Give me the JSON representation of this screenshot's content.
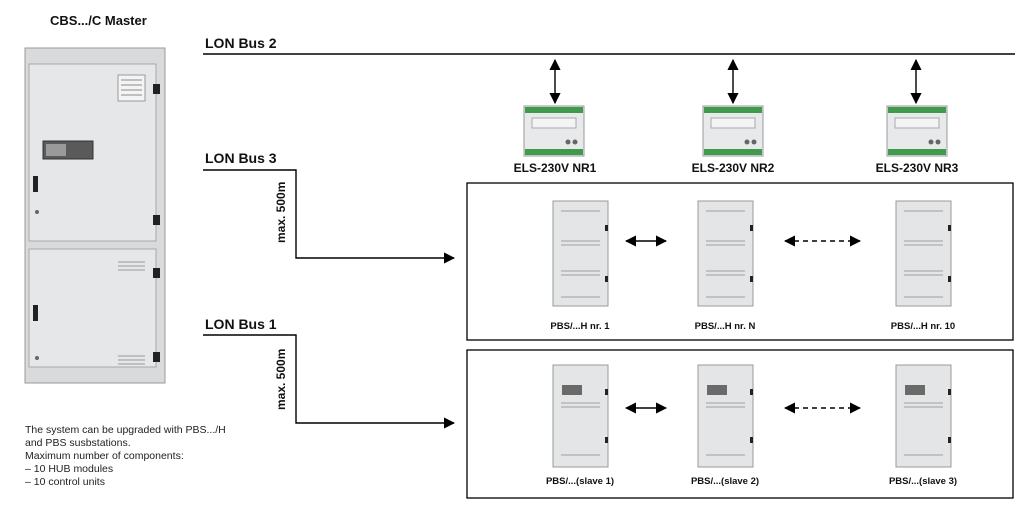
{
  "master": {
    "title": "CBS.../C Master"
  },
  "buses": {
    "bus2": "LON Bus 2",
    "bus3": "LON Bus 3",
    "bus1": "LON Bus 1"
  },
  "max_distance": {
    "bus3": "max. 500m",
    "bus1": "max. 500m"
  },
  "els_modules": [
    {
      "label": "ELS-230V NR1"
    },
    {
      "label": "ELS-230V NR2"
    },
    {
      "label": "ELS-230V NR3"
    }
  ],
  "pbs_h_group": [
    {
      "label": "PBS/...H nr. 1"
    },
    {
      "label": "PBS/...H nr. N"
    },
    {
      "label": "PBS/...H nr. 10"
    }
  ],
  "pbs_slave_group": [
    {
      "label": "PBS/...(slave 1)"
    },
    {
      "label": "PBS/...(slave 2)"
    },
    {
      "label": "PBS/...(slave 3)"
    }
  ],
  "note": "The system can be upgraded with PBS.../H\nand PBS susbstations.\nMaximum number of components:\n– 10 HUB modules\n– 10 control units"
}
